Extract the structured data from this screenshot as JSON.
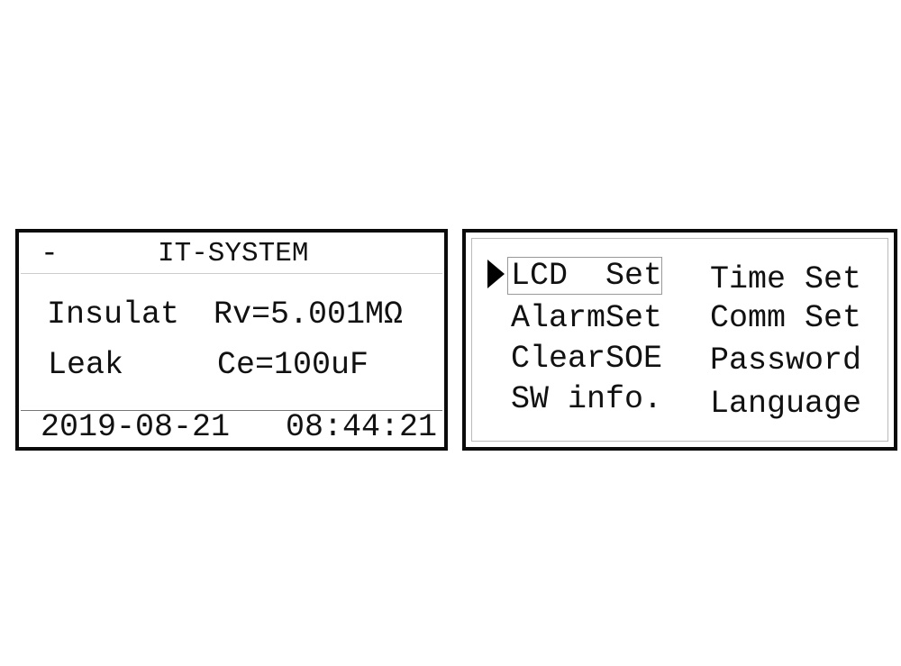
{
  "status_screen": {
    "indicator": "-",
    "title": "IT-SYSTEM",
    "rows": [
      {
        "label": "Insulat",
        "value": "Rv=5.001MΩ"
      },
      {
        "label": "Leak",
        "value": "Ce=100uF"
      }
    ],
    "date": "2019-08-21",
    "time": "08:44:21"
  },
  "menu_screen": {
    "selected_index": 0,
    "items": [
      {
        "label": "LCD  Set"
      },
      {
        "label": "Time Set"
      },
      {
        "label": "AlarmSet"
      },
      {
        "label": "Comm Set"
      },
      {
        "label": "ClearSOE"
      },
      {
        "label": "Password"
      },
      {
        "label": "SW info."
      },
      {
        "label": "Language"
      }
    ]
  }
}
